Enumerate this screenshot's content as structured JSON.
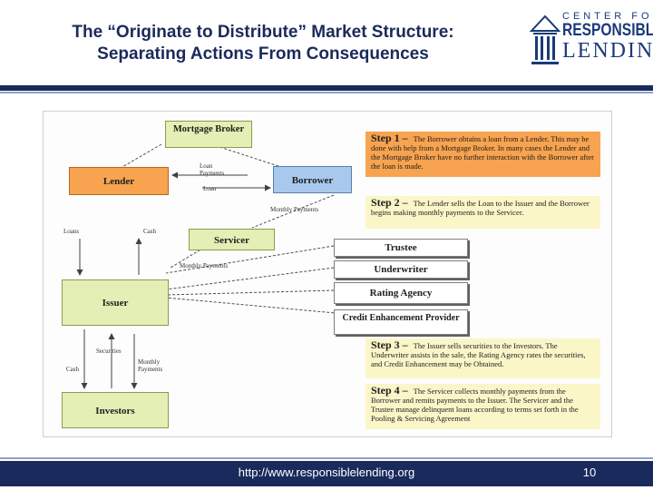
{
  "slide": {
    "title_line1": "The “Originate to Distribute” Market Structure:",
    "title_line2": "Separating Actions From Consequences"
  },
  "logo": {
    "line1": "CENTER FOR",
    "line2": "RESPONSIBLE",
    "line3": "LENDING"
  },
  "diagram": {
    "boxes": {
      "mortgage_broker": "Mortgage Broker",
      "lender": "Lender",
      "borrower": "Borrower",
      "servicer": "Servicer",
      "issuer": "Issuer",
      "investors": "Investors",
      "trustee": "Trustee",
      "underwriter": "Underwriter",
      "rating_agency": "Rating Agency",
      "credit_enhancement": "Credit Enhancement Provider"
    },
    "flow_labels": {
      "loan_payments": "Loan Payments",
      "loan": "Loan",
      "monthly_payments_borrower": "Monthly Payments",
      "loans": "Loans",
      "cash_lender": "Cash",
      "monthly_payments_servicer": "Monthly Payments",
      "securities": "Securities",
      "cash_investors": "Cash",
      "monthly_payments_investors": "Monthly Payments"
    },
    "steps": [
      {
        "heading": "Step 1 –",
        "text": "The Borrower obtains a loan from a Lender. This may be done with help from a Mortgage Broker. In many cases the Lender and the Mortgage Broker have no further interaction with the Borrower after the loan is made."
      },
      {
        "heading": "Step 2 –",
        "text": "The Lender sells the Loan to the Issuer and the Borrower begins making monthly payments to the Servicer."
      },
      {
        "heading": "Step 3 –",
        "text": "The Issuer sells securities to the Investors. The Underwriter assists in the sale, the Rating Agency rates the securities, and Credit Enhancement may be Obtained."
      },
      {
        "heading": "Step 4 –",
        "text": "The Servicer collects monthly payments from the Borrower and remits payments to the Issuer. The Servicer and the Trustee manage delinquent loans according to terms set forth in the Pooling & Servicing Agreement"
      }
    ]
  },
  "footer": {
    "url": "http://www.responsiblelending.org",
    "page_number": "10"
  },
  "colors": {
    "title_navy": "#1a2a5c",
    "box_orange": "#f7a34f",
    "box_green": "#e3efb4",
    "box_blue": "#a8c8ee",
    "step_yellow": "#fbf6c8"
  }
}
